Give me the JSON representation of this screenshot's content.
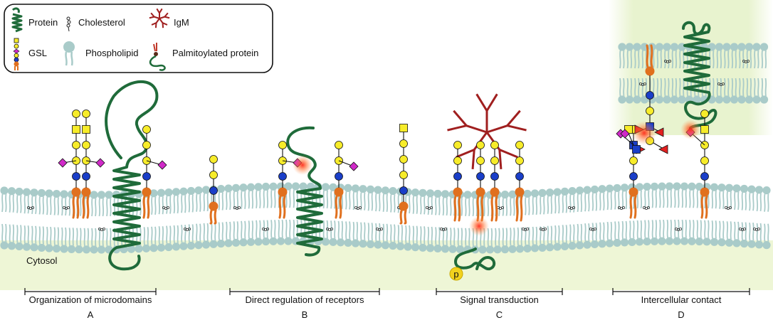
{
  "legend": {
    "protein": "Protein",
    "cholesterol": "Cholesterol",
    "igm": "IgM",
    "gsl": "GSL",
    "phospholipid": "Phospholipid",
    "palmitoylated": "Palmitoylated protein"
  },
  "cytosol_label": "Cytosol",
  "phospho_label": "p",
  "panels": [
    {
      "title": "Organization of microdomains",
      "letter": "A"
    },
    {
      "title": "Direct regulation of receptors",
      "letter": "B"
    },
    {
      "title": "Signal transduction",
      "letter": "C"
    },
    {
      "title": "Intercellular contact",
      "letter": "D"
    }
  ],
  "colors": {
    "protein": "#1f6b3a",
    "phospholipid": "#a9cbc9",
    "cytosol": "#eef6d6",
    "gsl_tail": "#e0701e",
    "glucose": "#1a3ec8",
    "galactose": "#f7ec2a",
    "sialic": "#d02ac8",
    "fucose": "#e32020",
    "igm": "#a01f1f"
  }
}
